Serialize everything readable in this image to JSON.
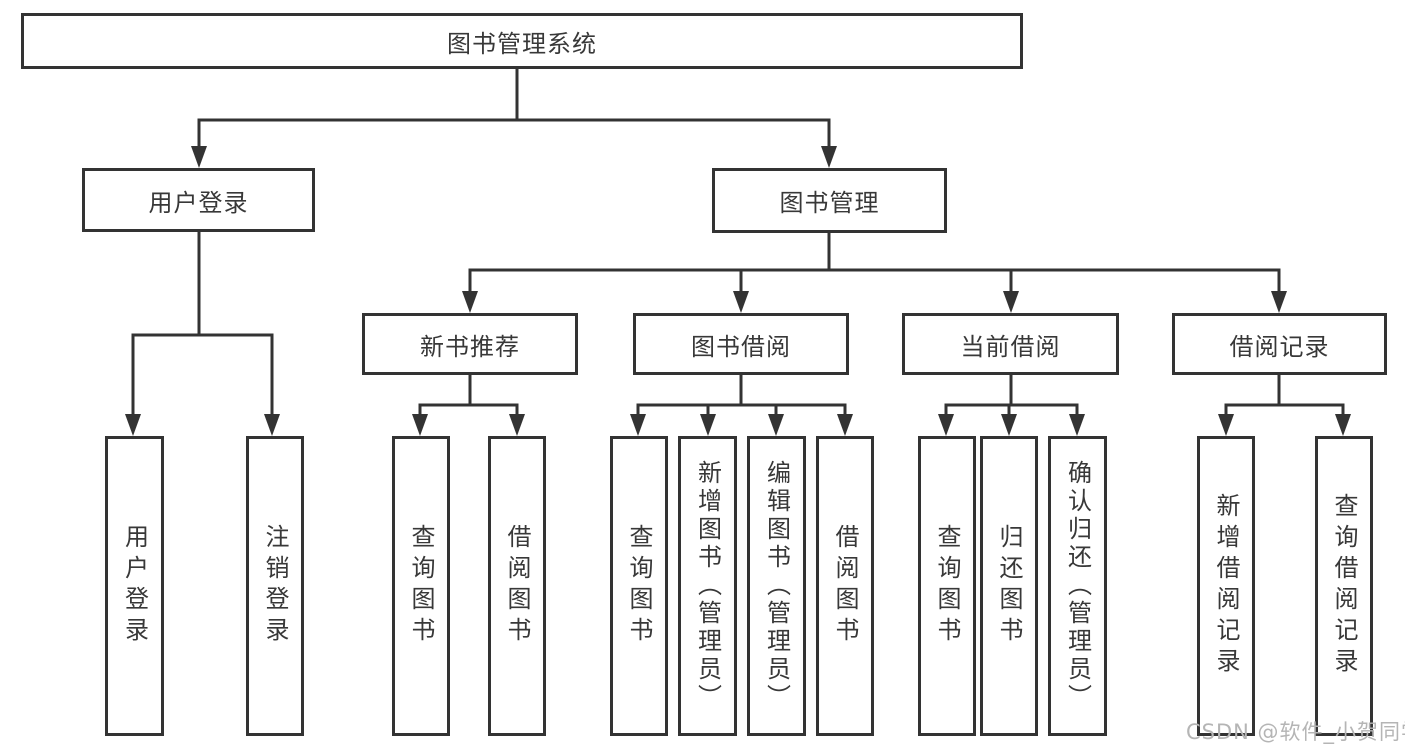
{
  "tree": {
    "label": "图书管理系统",
    "children": [
      {
        "label": "用户登录",
        "children": [
          {
            "label": "用户登录"
          },
          {
            "label": "注销登录"
          }
        ]
      },
      {
        "label": "图书管理",
        "children": [
          {
            "label": "新书推荐",
            "children": [
              {
                "label": "查询图书"
              },
              {
                "label": "借阅图书"
              }
            ]
          },
          {
            "label": "图书借阅",
            "children": [
              {
                "label": "查询图书"
              },
              {
                "label": "新增图书（管理员）"
              },
              {
                "label": "编辑图书（管理员）"
              },
              {
                "label": "借阅图书"
              }
            ]
          },
          {
            "label": "当前借阅",
            "children": [
              {
                "label": "查询图书"
              },
              {
                "label": "归还图书"
              },
              {
                "label": "确认归还（管理员）"
              }
            ]
          },
          {
            "label": "借阅记录",
            "children": [
              {
                "label": "新增借阅记录"
              },
              {
                "label": "查询借阅记录"
              }
            ]
          }
        ]
      }
    ]
  },
  "watermark": "CSDN @软件_小贺同学",
  "colors": {
    "line": "#333333",
    "box_border": "#333333",
    "box_fill": "#ffffff",
    "text": "#383838",
    "watermark": "#b5b5b5"
  }
}
